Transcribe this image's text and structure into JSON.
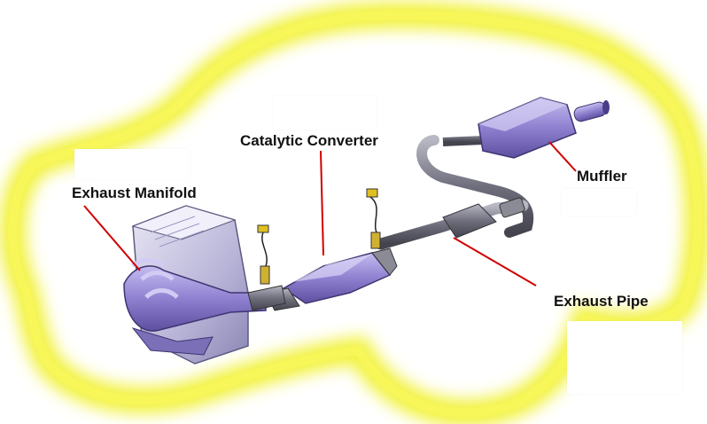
{
  "labels": {
    "catalytic_converter": "Catalytic Converter",
    "exhaust_manifold": "Exhaust Manifold",
    "muffler": "Muffler",
    "exhaust_pipe": "Exhaust Pipe"
  },
  "colors": {
    "car_glow": "#f4f43c",
    "component_purple": "#8c7ec8",
    "pipe_gray": "#6f6f78",
    "leader_line": "#d00000",
    "sensor_yellow": "#e0c020"
  }
}
